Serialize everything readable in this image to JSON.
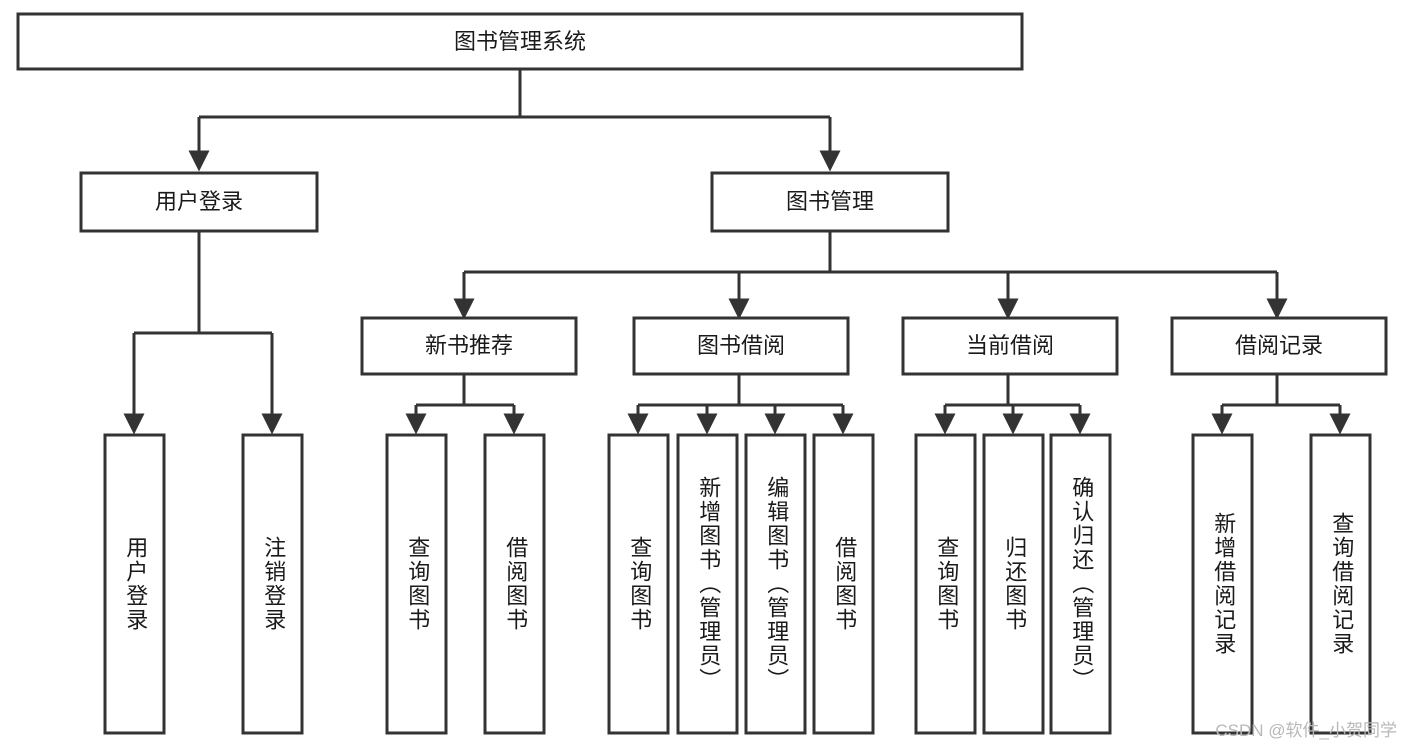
{
  "diagram": {
    "type": "tree-hierarchy-chart",
    "title_text": "图书管理系统",
    "colors": {
      "stroke": "#333333",
      "fill": "#ffffff",
      "text": "#1a1a1a",
      "watermark": "#b8b8b8"
    },
    "root": {
      "label": "图书管理系统"
    },
    "level2": [
      {
        "id": "user-login",
        "label": "用户登录"
      },
      {
        "id": "book-management",
        "label": "图书管理"
      }
    ],
    "level3": [
      {
        "id": "new-book-recommend",
        "label": "新书推荐"
      },
      {
        "id": "book-borrow",
        "label": "图书借阅"
      },
      {
        "id": "current-borrow",
        "label": "当前借阅"
      },
      {
        "id": "borrow-record",
        "label": "借阅记录"
      }
    ],
    "leaves": {
      "user-login": [
        {
          "id": "leaf-user-login",
          "label": "用户登录"
        },
        {
          "id": "leaf-user-logout",
          "label": "注销登录"
        }
      ],
      "new-book-recommend": [
        {
          "id": "leaf-query-book-1",
          "label": "查询图书"
        },
        {
          "id": "leaf-borrow-book-1",
          "label": "借阅图书"
        }
      ],
      "book-borrow": [
        {
          "id": "leaf-query-book-2",
          "label": "查询图书"
        },
        {
          "id": "leaf-add-book",
          "label": "新增图书（管理员）"
        },
        {
          "id": "leaf-edit-book",
          "label": "编辑图书（管理员）"
        },
        {
          "id": "leaf-borrow-book-2",
          "label": "借阅图书"
        }
      ],
      "current-borrow": [
        {
          "id": "leaf-query-book-3",
          "label": "查询图书"
        },
        {
          "id": "leaf-return-book",
          "label": "归还图书"
        },
        {
          "id": "leaf-confirm-return",
          "label": "确认归还（管理员）"
        }
      ],
      "borrow-record": [
        {
          "id": "leaf-add-record",
          "label": "新增借阅记录"
        },
        {
          "id": "leaf-query-record",
          "label": "查询借阅记录"
        }
      ]
    }
  },
  "watermark": {
    "text": "CSDN @软件_小贺同学"
  }
}
